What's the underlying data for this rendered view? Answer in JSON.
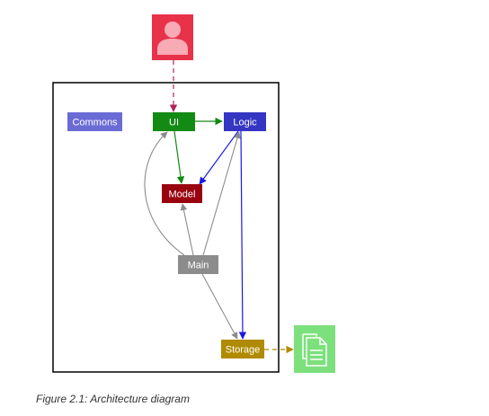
{
  "caption": "Figure 2.1: Architecture diagram",
  "components": {
    "commons": {
      "label": "Commons",
      "color": "#6b6bd6"
    },
    "ui": {
      "label": "UI",
      "color": "#138a13"
    },
    "logic": {
      "label": "Logic",
      "color": "#3535c4"
    },
    "model": {
      "label": "Model",
      "color": "#99020f"
    },
    "main": {
      "label": "Main",
      "color": "#8c8c8c"
    },
    "storage": {
      "label": "Storage",
      "color": "#b08a00"
    }
  },
  "actors": {
    "user": {
      "icon": "user-icon",
      "color": "#e8324a"
    },
    "file": {
      "icon": "file-stack-icon",
      "color": "#7ce07c"
    }
  },
  "connections": [
    {
      "from": "user",
      "to": "ui",
      "style": "dashed",
      "color": "#b0245a"
    },
    {
      "from": "ui",
      "to": "logic",
      "style": "solid",
      "color": "#138a13"
    },
    {
      "from": "ui",
      "to": "model",
      "style": "solid",
      "color": "#138a13"
    },
    {
      "from": "logic",
      "to": "model",
      "style": "solid",
      "color": "#1a1ae0"
    },
    {
      "from": "logic",
      "to": "storage",
      "style": "solid",
      "color": "#1a1ae0"
    },
    {
      "from": "main",
      "to": "ui",
      "style": "solid",
      "color": "#8c8c8c"
    },
    {
      "from": "main",
      "to": "logic",
      "style": "solid",
      "color": "#8c8c8c"
    },
    {
      "from": "main",
      "to": "model",
      "style": "solid",
      "color": "#8c8c8c"
    },
    {
      "from": "main",
      "to": "storage",
      "style": "solid",
      "color": "#8c8c8c"
    },
    {
      "from": "storage",
      "to": "file",
      "style": "dashed",
      "color": "#b08a00"
    }
  ]
}
